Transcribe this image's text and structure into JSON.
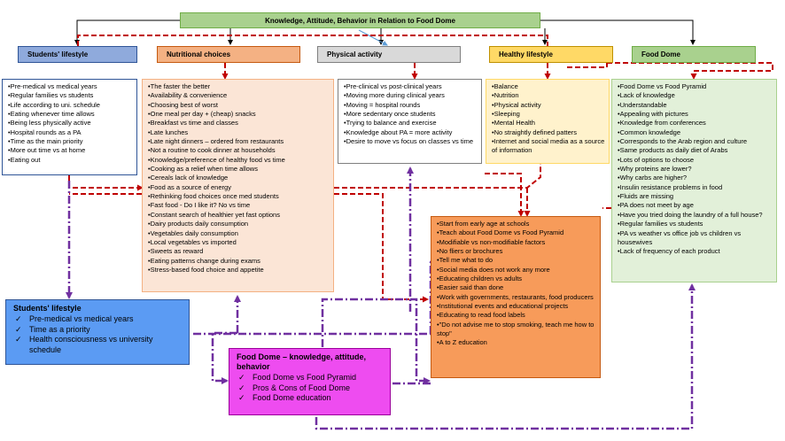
{
  "title": "Knowledge, Attitude, Behavior in Relation to Food Dome",
  "categories": {
    "students": "Students' lifestyle",
    "nutrition": "Nutritional choices",
    "physical": "Physical activity",
    "healthy": "Healthy lifestyle",
    "fooddome": "Food Dome"
  },
  "panels": {
    "students": [
      "Pre-medical vs medical years",
      "Regular families vs students",
      "Life according to uni. schedule",
      "Eating whenever time allows",
      "Being less physically active",
      "Hospital rounds as a PA",
      "Time as the main priority",
      "More out time vs at home",
      "Eating out"
    ],
    "nutrition": [
      "The faster the better",
      "Availability & convenience",
      "Choosing best of worst",
      "One meal per day + (cheap) snacks",
      "Breakfast vs time and classes",
      "Late lunches",
      "Late night dinners – ordered from restaurants",
      "Not a routine to cook dinner at households",
      "Knowledge/preference of healthy food vs time",
      "Cooking as a relief when time allows",
      "Cereals lack of knowledge",
      "Food as a source of energy",
      "Rethinking food choices once med students",
      "Fast food - Do I like it? No vs time",
      "Constant search of healthier yet fast options",
      "Dairy products daily consumption",
      "Vegetables daily consumption",
      "Local vegetables vs imported",
      "Sweets as reward",
      "Eating patterns change during exams",
      "Stress-based food choice and appetite"
    ],
    "physical": [
      "Pre-clinical vs post-clinical years",
      "Moving more during clinical years",
      "Moving = hospital rounds",
      "More sedentary once students",
      "Trying to balance and exercise",
      "Knowledge about PA = more activity",
      "Desire to move vs focus on classes vs time"
    ],
    "healthy": [
      "Balance",
      "Nutrition",
      "Physical activity",
      "Sleeping",
      "Mental Health",
      "No straightly defined patters",
      "Internet and social media as a source of information"
    ],
    "fooddome": [
      "Food Dome vs Food Pyramid",
      "Lack of knowledge",
      "Understandable",
      "Appealing with pictures",
      "Knowledge from conferences",
      "Common knowledge",
      "Corresponds to the Arab region and culture",
      "Same products as daily diet of Arabs",
      "Lots of options to choose",
      "Why proteins are lower?",
      "Why carbs are higher?",
      "Insulin resistance problems in food",
      "Fluids are missing",
      "PA does not meet by age",
      "Have you tried doing the laundry of a full house?",
      "Regular families vs students",
      "PA vs weather vs office job vs children vs housewives",
      "Lack of frequency of each product"
    ],
    "recommendations": [
      "Start from early age at schools",
      "Teach about Food Dome vs Food Pyramid",
      "Modifiable vs non-modifiable factors",
      "No fliers or brochures",
      "Tell me what to do",
      "Social media does not work any more",
      "Educating children vs adults",
      "Easier said than done",
      "Work with governments, restaurants, food producers",
      "Institutional events and educational projects",
      "Educating to read food labels",
      "\"Do not advise me to stop smoking, teach me how to stop\"",
      "A to Z education"
    ]
  },
  "summary_students": {
    "title": "Students' lifestyle",
    "items": [
      "Pre-medical vs medical years",
      "Time as a priority",
      "Health consciousness vs university schedule"
    ]
  },
  "summary_fooddome": {
    "title": "Food Dome – knowledge, attitude, behavior",
    "items": [
      "Food Dome vs Food Pyramid",
      "Pros & Cons of Food Dome",
      "Food Dome education"
    ]
  },
  "colors": {
    "dashed_connector": "#c00000",
    "dashdot_connector": "#7030a0",
    "solid_connector": "#000000",
    "thin_connector": "#5b9bd5"
  }
}
